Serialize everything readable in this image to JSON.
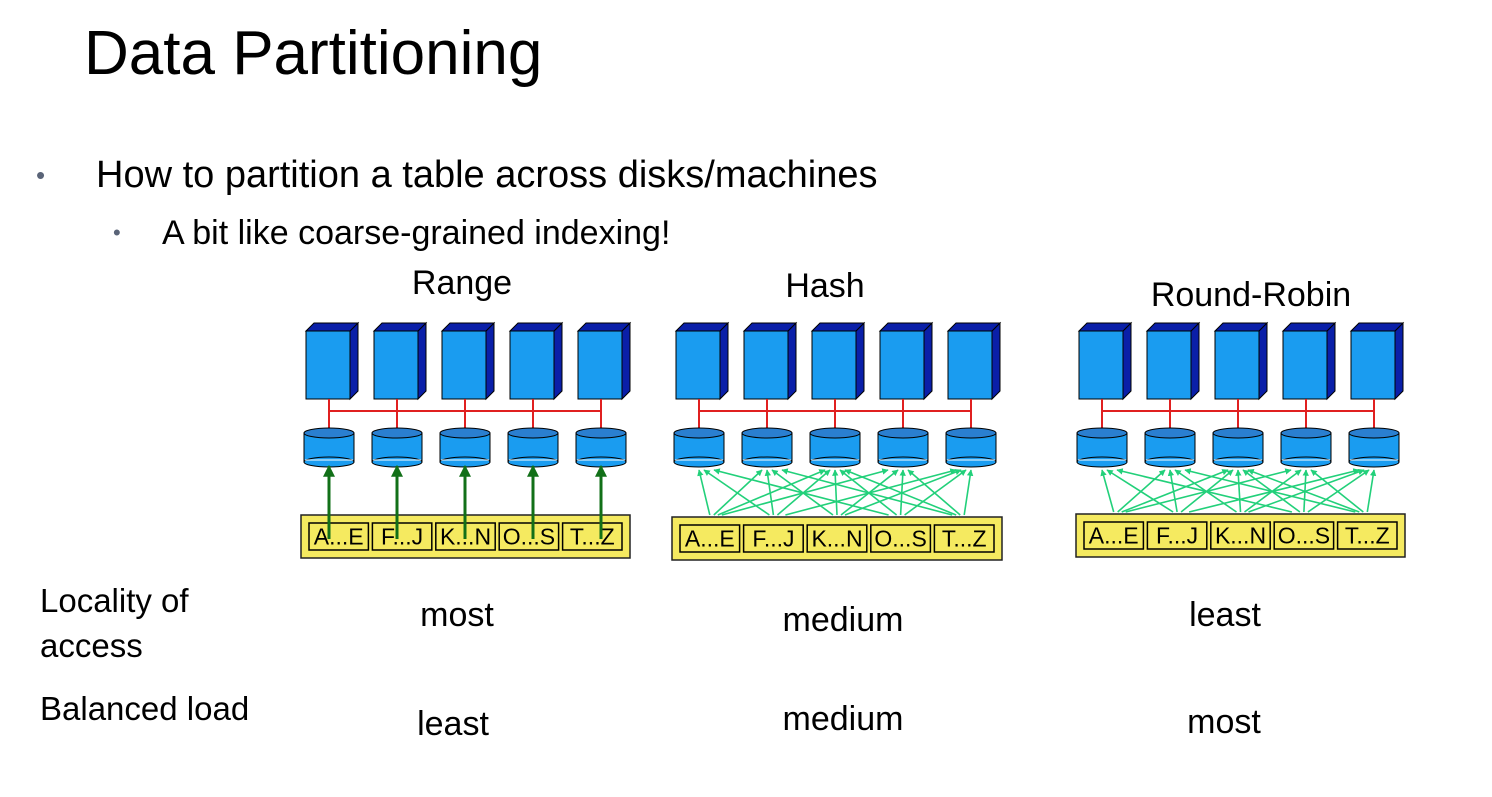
{
  "slide": {
    "title": "Data Partitioning",
    "bullets": [
      {
        "level": 1,
        "text": "How to partition a table across disks/machines"
      },
      {
        "level": 2,
        "text": "A bit like coarse-grained indexing!"
      }
    ]
  },
  "schemes": [
    {
      "name": "Range",
      "locality": "most",
      "balance": "least",
      "arrows": "direct"
    },
    {
      "name": "Hash",
      "locality": "medium",
      "balance": "medium",
      "arrows": "scatter"
    },
    {
      "name": "Round-Robin",
      "locality": "least",
      "balance": "most",
      "arrows": "scatter"
    }
  ],
  "partitions": [
    "A...E",
    "F...J",
    "K...N",
    "O...S",
    "T...Z"
  ],
  "row_labels": {
    "locality": "Locality of access",
    "balance": "Balanced load"
  },
  "colors": {
    "machine_face": "#1a9cf0",
    "machine_side": "#0a1fa8",
    "network": "#e02020",
    "disk": "#1a9cf0",
    "table_fill": "#f5ea60",
    "range_arrow": "#127018",
    "scatter_arrow": "#22d07a"
  }
}
